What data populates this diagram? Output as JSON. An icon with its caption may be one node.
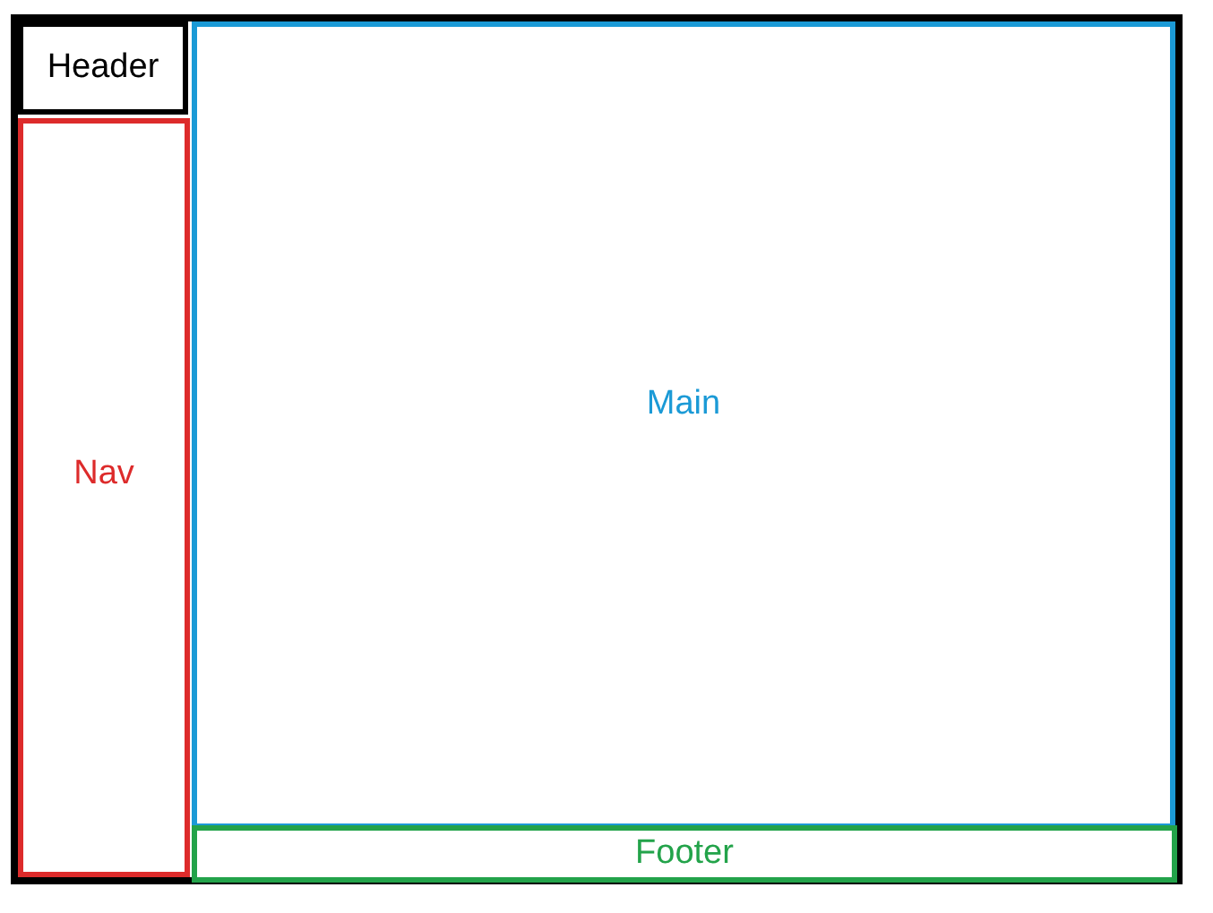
{
  "diagram": {
    "nodes": [
      {
        "text": [],
        "shape": "box"
      },
      {
        "text": [
          "Header"
        ],
        "in": 0
      },
      {
        "text": [
          "Nav"
        ],
        "in": 0
      },
      {
        "text": [
          "Main"
        ],
        "in": 0
      },
      {
        "text": [
          "Footer"
        ],
        "in": 0
      }
    ]
  }
}
